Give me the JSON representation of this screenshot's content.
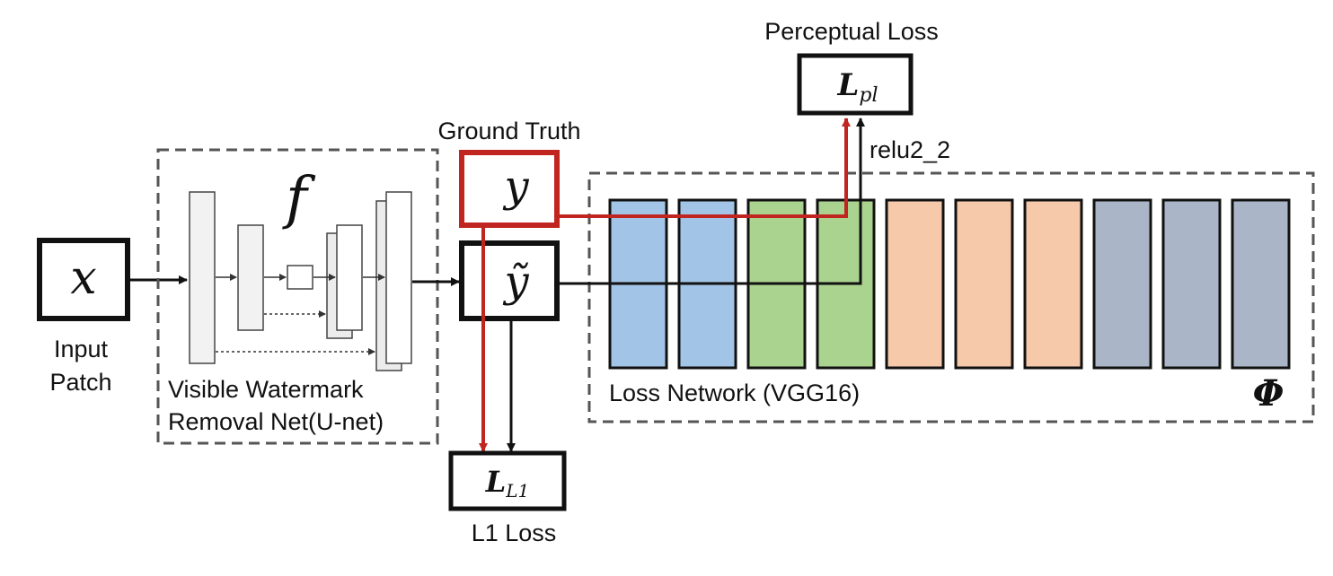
{
  "colors": {
    "ground_truth_path": "#c0251f",
    "vgg_blue": "#a2c4e6",
    "vgg_green": "#a9d38f",
    "vgg_orange": "#f5c9aa",
    "vgg_slate": "#aab6c8",
    "dashed_border": "#555555",
    "stroke": "#111111"
  },
  "icons": {
    "arrow": "arrow-icon"
  },
  "nodes": {
    "input": {
      "symbol": "x",
      "label_line1": "Input",
      "label_line2": "Patch"
    },
    "unet": {
      "symbol": "f",
      "label_line1": "Visible Watermark",
      "label_line2": "Removal Net(U-net)"
    },
    "ground_truth": {
      "title": "Ground Truth",
      "symbol": "y"
    },
    "output": {
      "symbol": "ỹ"
    },
    "l1_loss": {
      "symbol_main": "L",
      "symbol_sub": "L1",
      "label": "L1 Loss"
    },
    "perceptual_loss": {
      "title": "Perceptual Loss",
      "symbol_main": "L",
      "symbol_sub": "pl",
      "tap_layer": "relu2_2"
    },
    "loss_network": {
      "label": "Loss Network (VGG16)",
      "symbol": "Φ",
      "layers": [
        "blue",
        "blue",
        "green",
        "green",
        "orange",
        "orange",
        "orange",
        "slate",
        "slate",
        "slate"
      ]
    }
  }
}
